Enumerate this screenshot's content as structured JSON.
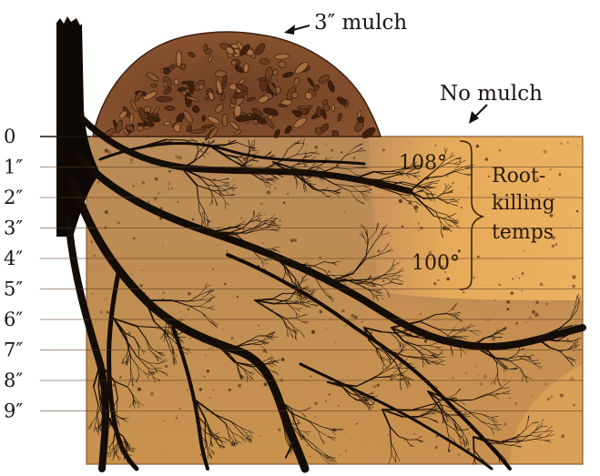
{
  "labels": {
    "mulch": "3″ mulch",
    "no_mulch": "No mulch",
    "temp_top": "108°",
    "temp_bottom": "100°",
    "root_killing": [
      "Root-",
      "killing",
      "temps"
    ]
  },
  "depth_scale": [
    "0",
    "1″",
    "2″",
    "3″",
    "4″",
    "5″",
    "6″",
    "7″",
    "8″",
    "9″"
  ],
  "colors": {
    "soil_mulched": "#b98a55",
    "soil_bare_hot": "#e8aa55",
    "mulch": "#7a4a2a",
    "roots": "#140c06",
    "tree_trunk": "#0e0804"
  }
}
